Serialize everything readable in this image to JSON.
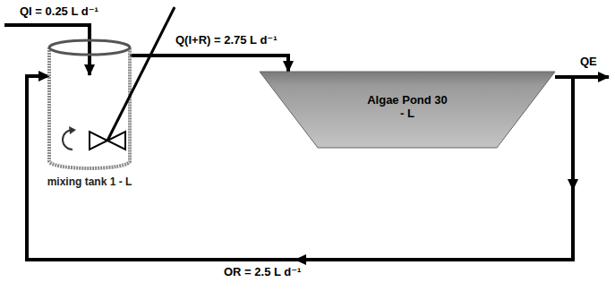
{
  "diagram": {
    "nodes": [
      {
        "text": [
          "mixing tank 1 - L"
        ]
      },
      {
        "text": [
          "Algae Pond 30 - L"
        ]
      }
    ],
    "edges": [
      {
        "from": 0,
        "to": 1,
        "arrow": "to",
        "label": "Q(I+R) = 2.75 L d⁻¹"
      },
      {
        "from": 1,
        "to": 0,
        "arrow": "to",
        "label": "OR = 2.5 L d⁻¹"
      }
    ],
    "labels": [
      "QI = 0.25 L d⁻¹",
      "QE"
    ]
  }
}
